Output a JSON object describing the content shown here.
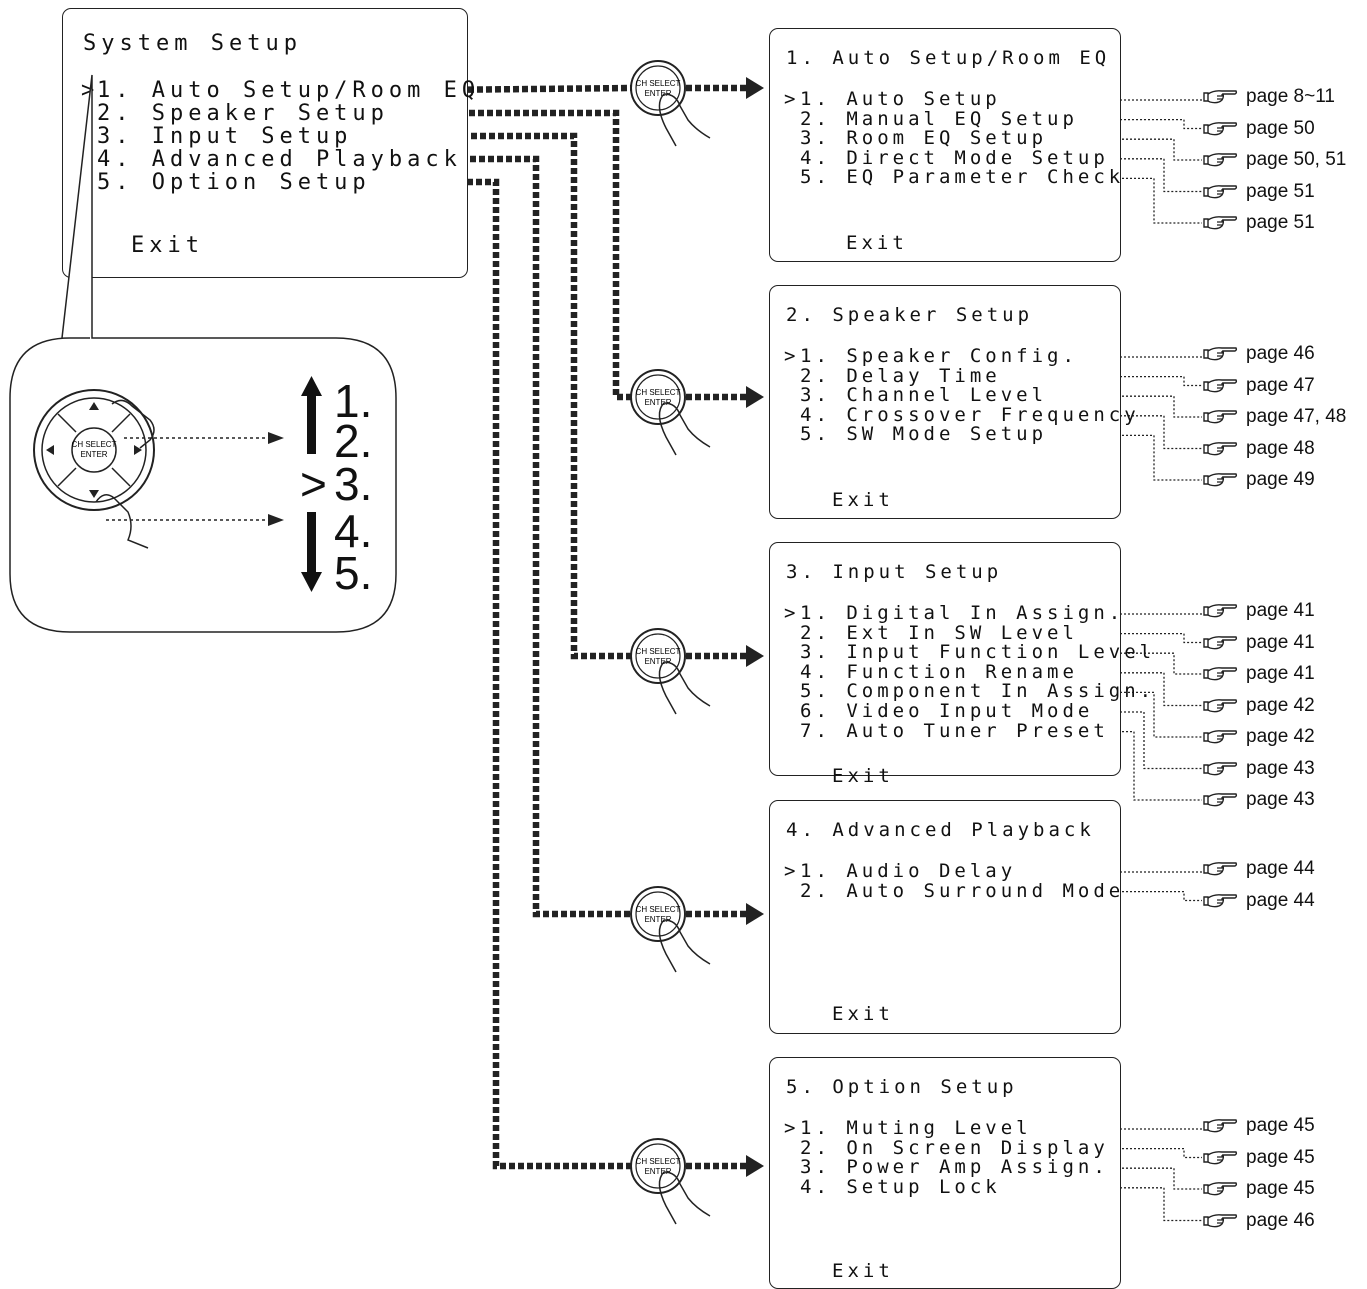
{
  "main_menu": {
    "title": "System Setup",
    "cursor": ">",
    "items": [
      "1. Auto Setup/Room EQ",
      "2. Speaker Setup",
      "3. Input Setup",
      "4. Advanced Playback",
      "5. Option Setup"
    ],
    "exit": "Exit"
  },
  "remote": {
    "button_line1": "CH SELECT",
    "button_line2": "ENTER",
    "steps": [
      "1.",
      "2.",
      "3.",
      "4.",
      "5."
    ],
    "cursor": ">"
  },
  "submenus": [
    {
      "title": "1. Auto Setup/Room EQ",
      "items": [
        "1. Auto Setup",
        "2. Manual EQ Setup",
        "3. Room EQ Setup",
        "4. Direct Mode Setup",
        "5. EQ Parameter Check"
      ],
      "refs": [
        "page 8~11",
        "page 50",
        "page 50, 51",
        "page 51",
        "page 51"
      ],
      "exit": "Exit"
    },
    {
      "title": "2. Speaker Setup",
      "items": [
        "1. Speaker Config.",
        "2. Delay Time",
        "3. Channel Level",
        "4. Crossover Frequency",
        "5. SW Mode Setup"
      ],
      "refs": [
        "page 46",
        "page 47",
        "page 47, 48",
        "page 48",
        "page 49"
      ],
      "exit": "Exit"
    },
    {
      "title": "3. Input Setup",
      "items": [
        "1. Digital In Assign.",
        "2. Ext In SW Level",
        "3. Input Function Level",
        "4. Function Rename",
        "5. Component In Assign.",
        "6. Video Input Mode",
        "7. Auto Tuner Preset"
      ],
      "refs": [
        "page 41",
        "page 41",
        "page 41",
        "page 42",
        "page 42",
        "page 43",
        "page 43"
      ],
      "exit": "Exit"
    },
    {
      "title": "4. Advanced Playback",
      "items": [
        "1. Audio Delay",
        "2. Auto Surround Mode"
      ],
      "refs": [
        "page 44",
        "page 44"
      ],
      "exit": "Exit"
    },
    {
      "title": "5. Option Setup",
      "items": [
        "1. Muting Level",
        "2. On Screen Display",
        "3. Power Amp Assign.",
        "4. Setup Lock"
      ],
      "refs": [
        "page 45",
        "page 45",
        "page 45",
        "page 46"
      ],
      "exit": "Exit"
    }
  ]
}
